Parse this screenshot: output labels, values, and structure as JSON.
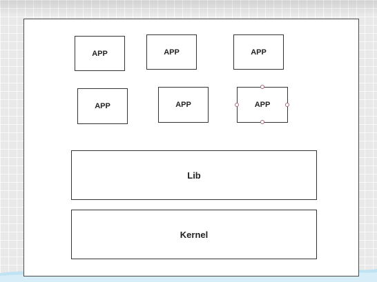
{
  "diagram": {
    "apps": [
      {
        "label": "APP"
      },
      {
        "label": "APP"
      },
      {
        "label": "APP"
      },
      {
        "label": "APP"
      },
      {
        "label": "APP"
      },
      {
        "label": "APP",
        "selected": true
      }
    ],
    "lib_label": "Lib",
    "kernel_label": "Kernel"
  },
  "colors": {
    "border": "#333333",
    "selection_handle": "#a36a78",
    "water": "#bfe3f3"
  }
}
